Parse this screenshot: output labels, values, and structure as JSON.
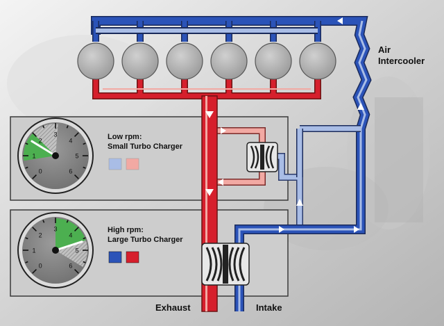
{
  "labels": {
    "air_intercooler_line1": "Air",
    "air_intercooler_line2": "Intercooler",
    "exhaust": "Exhaust",
    "intake": "Intake"
  },
  "panels": [
    {
      "title_line1": "Low rpm:",
      "title_line2": "Small Turbo Charger",
      "gauge_ticks": [
        "0",
        "1",
        "2",
        "3",
        "4",
        "5",
        "6"
      ],
      "gauge_value": 1.7,
      "gauge_green_range": [
        0.8,
        2.0
      ],
      "legend_colors": [
        "#a9bde6",
        "#f2a9a3"
      ]
    },
    {
      "title_line1": "High rpm:",
      "title_line2": "Large Turbo Charger",
      "gauge_ticks": [
        "0",
        "1",
        "2",
        "3",
        "4",
        "5",
        "6"
      ],
      "gauge_value": 4.6,
      "gauge_green_range": [
        3.0,
        4.6
      ],
      "legend_colors": [
        "#2b53b8",
        "#d61f2c"
      ]
    }
  ],
  "cylinders": 6,
  "colors": {
    "exhaust_hot": "#d61f2c",
    "exhaust_light": "#f2a9a3",
    "intake_cold": "#2b53b8",
    "intake_light": "#a9bde6",
    "gauge_green": "#4caf50"
  }
}
